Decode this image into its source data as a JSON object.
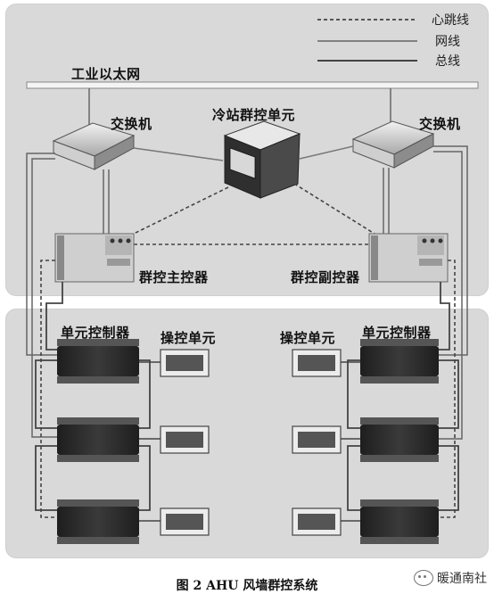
{
  "legend": {
    "heartbeat": "心跳线",
    "network": "网线",
    "bus": "总线"
  },
  "nodes": {
    "ethernet": "工业以太网",
    "switch_left": "交换机",
    "switch_right": "交换机",
    "chiller_station": "冷站群控单元",
    "master_controller": "群控主控器",
    "slave_controller": "群控副控器",
    "unit_controller_left": "单元控制器",
    "unit_controller_right": "单元控制器",
    "operator_left": "操控单元",
    "operator_right": "操控单元"
  },
  "caption": "图 2  AHU 风墙群控系统",
  "watermark": "暖通南社"
}
